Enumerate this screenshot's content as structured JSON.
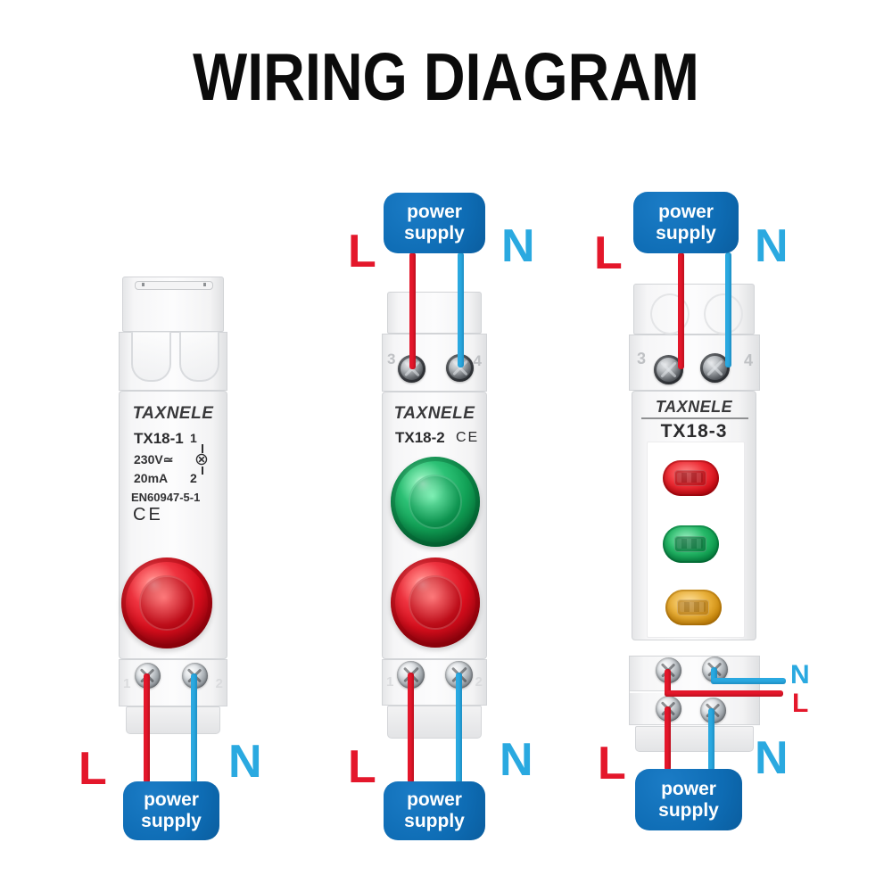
{
  "title": "WIRING DIAGRAM",
  "labels": {
    "live": "L",
    "neutral": "N",
    "power_line1": "power",
    "power_line2": "supply"
  },
  "icons": {
    "lamp_symbol": "⊗"
  },
  "colors": {
    "live_red": "#e4172b",
    "neutral_blue": "#2aa9e0",
    "power_box_blue": "#0e6cb4",
    "lamp_red": "#d90e1d",
    "lamp_green": "#12a257",
    "lamp_amber": "#d08e0e"
  },
  "modules": [
    {
      "brand": "TAXNELE",
      "model": "TX18-1",
      "voltage": "230V≃",
      "current": "20mA",
      "standard": "EN60947-5-1",
      "certification": "CE",
      "schematic_terminal_top": "1",
      "schematic_terminal_bottom": "2",
      "bottom_terminal_left": "1",
      "bottom_terminal_right": "2",
      "lamps": [
        "red"
      ]
    },
    {
      "brand": "TAXNELE",
      "model": "TX18-2",
      "certification": "CE",
      "top_terminal_left": "3",
      "top_terminal_right": "4",
      "bottom_terminal_left": "1",
      "bottom_terminal_right": "2",
      "lamps": [
        "green",
        "red"
      ]
    },
    {
      "brand": "TAXNELE",
      "model": "TX18-3",
      "top_terminal_left": "3",
      "top_terminal_right": "4",
      "tap_neutral": "N",
      "tap_live": "L",
      "lamps": [
        "red",
        "green",
        "amber"
      ]
    }
  ]
}
